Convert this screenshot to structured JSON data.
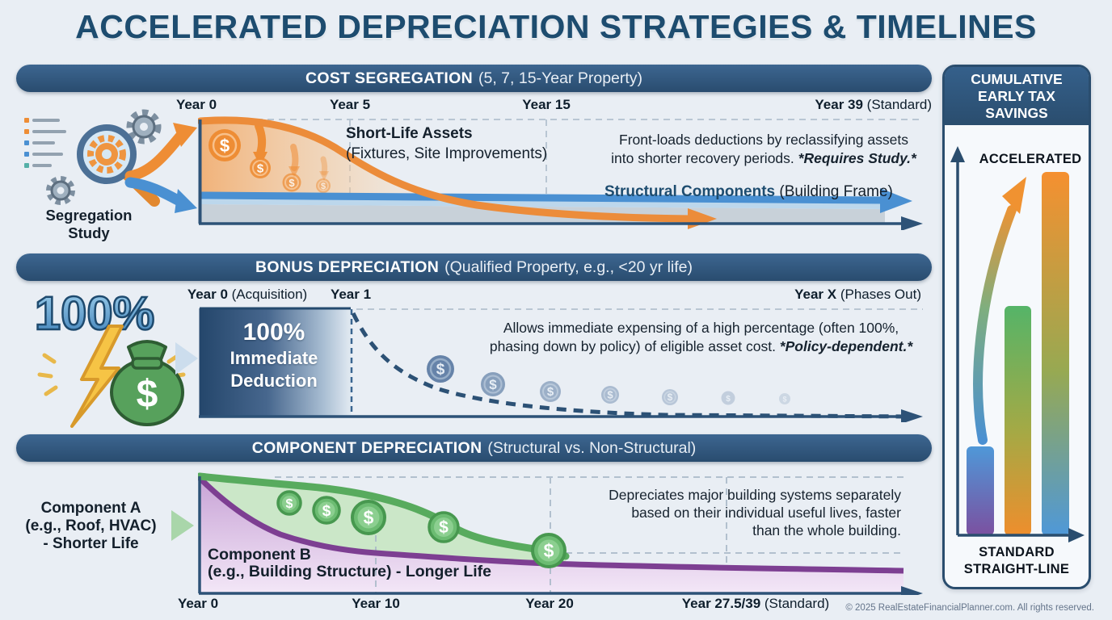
{
  "title": "ACCELERATED DEPRECIATION STRATEGIES & TIMELINES",
  "symbols": {
    "dollar": "$"
  },
  "footer": "© 2025 RealEstateFinancialPlanner.com. All rights reserved.",
  "sec1": {
    "header_bold": "COST SEGREGATION",
    "header_rest": "(5, 7, 15-Year Property)",
    "icon_caption_1": "Segregation",
    "icon_caption_2": "Study",
    "t0": "Year 0",
    "t1": "Year 5",
    "t2": "Year 15",
    "t3_bold": "Year 39",
    "t3_rest": " (Standard)",
    "shortlife_bold": "Short-Life Assets",
    "shortlife_sub": "(Fixtures, Site Improvements)",
    "desc1": "Front-loads deductions by reclassifying assets",
    "desc2": "into shorter recovery periods. ",
    "desc2_italic": "*Requires Study.*",
    "structural_bold": "Structural Components",
    "structural_rest": " (Building Frame)"
  },
  "sec2": {
    "header_bold": "BONUS DEPRECIATION",
    "header_rest": "(Qualified Property, e.g., <20 yr life)",
    "icon_percent": "100%",
    "t0_bold": "Year 0",
    "t0_rest": " (Acquisition)",
    "t1": "Year 1",
    "t2_bold": "Year X",
    "t2_rest": " (Phases Out)",
    "block1": "100%",
    "block2": "Immediate",
    "block3": "Deduction",
    "desc1": "Allows immediate expensing of a high percentage (often 100%,",
    "desc2": "phasing down by policy) of eligible asset cost. ",
    "desc2_italic": "*Policy-dependent.*"
  },
  "sec3": {
    "header_bold": "COMPONENT DEPRECIATION",
    "header_rest": "(Structural vs. Non-Structural)",
    "comp_a1": "Component A",
    "comp_a2": "(e.g., Roof, HVAC)",
    "comp_a3": "- Shorter Life",
    "comp_b1": "Component B",
    "comp_b2": "(e.g., Building Structure) - Longer Life",
    "desc1": "Depreciates major building systems separately",
    "desc2": "based on their individual useful lives, faster",
    "desc3": "than the whole building.",
    "t0": "Year 0",
    "t1": "Year 10",
    "t2": "Year 20",
    "t3_bold": "Year 27.5/39",
    "t3_rest": " (Standard)"
  },
  "panel": {
    "title1": "CUMULATIVE",
    "title2": "EARLY TAX",
    "title3": "SAVINGS",
    "accelerated": "ACCELERATED",
    "standard1": "STANDARD",
    "standard2": "STRAIGHT-LINE"
  },
  "colors": {
    "navy": "#2d5277",
    "orange": "#ee8d35",
    "blue": "#4a90d2",
    "green": "#58ab5e",
    "purple": "#7d3f92",
    "background": "#e9eef4"
  }
}
